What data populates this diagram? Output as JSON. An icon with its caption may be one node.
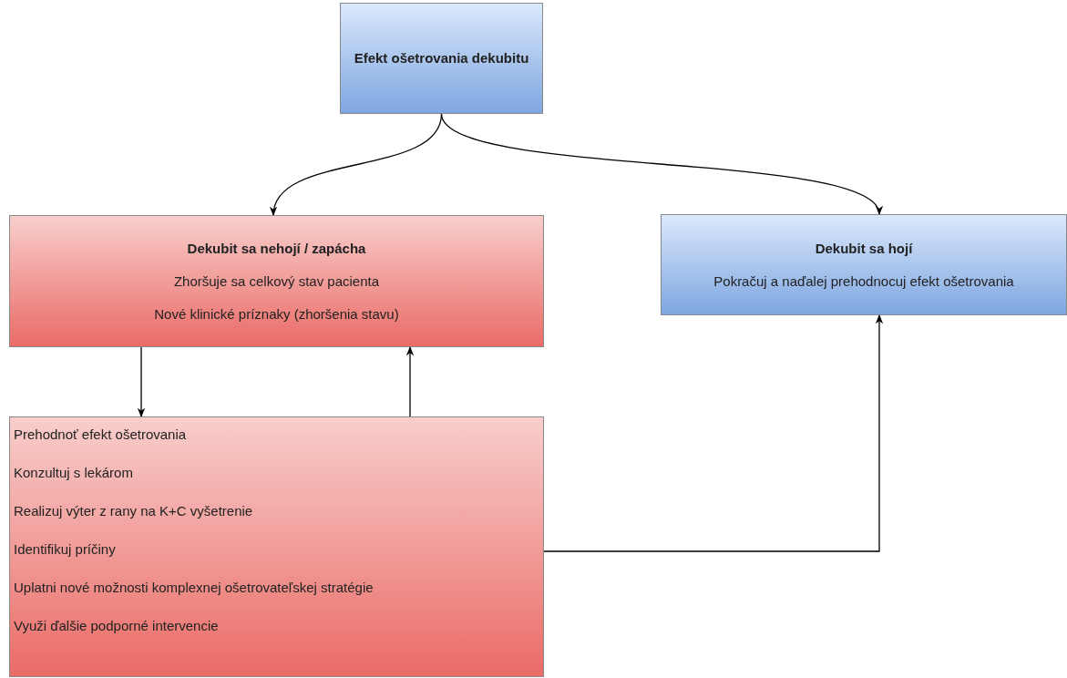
{
  "diagram": {
    "nodes": [
      {
        "text": [
          "Efekt ošetrovania dekubitu"
        ]
      },
      {
        "text": [
          "Dekubit sa nehojí / zapácha",
          "Zhoršuje sa celkový stav pacienta",
          "Nové klinické príznaky (zhoršenia stavu)"
        ]
      },
      {
        "text": [
          "Dekubit sa hojí",
          "Pokračuj a naďalej prehodnocuj efekt ošetrovania"
        ]
      },
      {
        "text": [
          "Prehodnoť efekt ošetrovania",
          "Konzultuj s lekárom",
          "Realizuj výter z rany na K+C vyšetrenie",
          "Identifikuj príčiny",
          "Uplatni nové možnosti komplexnej ošetrovateľskej stratégie",
          "Využi ďalšie podporné intervencie"
        ]
      }
    ],
    "edges": [
      {
        "from": 0,
        "to": 1,
        "arrow": "to"
      },
      {
        "from": 0,
        "to": 2,
        "arrow": "to"
      },
      {
        "from": 1,
        "to": 3,
        "arrow": "to"
      },
      {
        "from": 3,
        "to": 1,
        "arrow": "to"
      },
      {
        "from": 3,
        "to": 2,
        "arrow": "to"
      }
    ]
  }
}
